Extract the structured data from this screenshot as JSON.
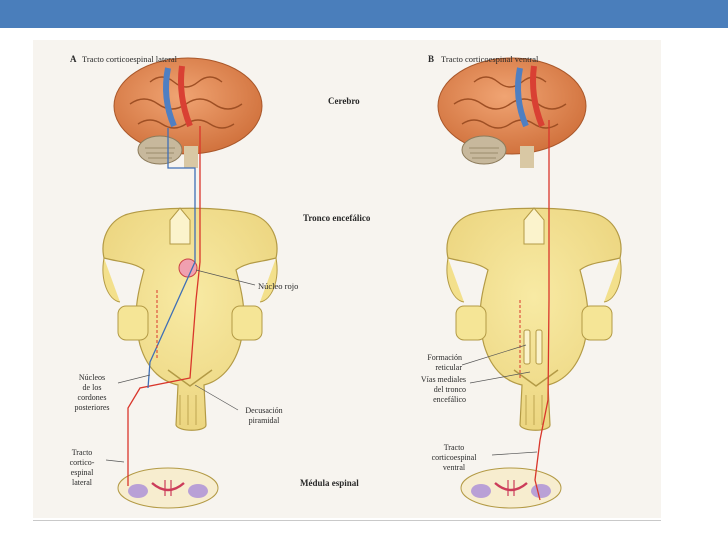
{
  "panel_a": {
    "letter": "A",
    "title": "Tracto corticoespinal lateral",
    "labels": {
      "nucleo_rojo": "Núcleo rojo",
      "nucleos_line1": "Núcleos",
      "nucleos_line2": "de los",
      "nucleos_line3": "cordones",
      "nucleos_line4": "posteriores",
      "decusacion_line1": "Decusación",
      "decusacion_line2": "piramidal",
      "tracto_line1": "Tracto",
      "tracto_line2": "cortico-",
      "tracto_line3": "espinal",
      "tracto_line4": "lateral"
    }
  },
  "panel_b": {
    "letter": "B",
    "title": "Tracto corticoespinal ventral",
    "labels": {
      "formacion_line1": "Formación",
      "formacion_line2": "reticular",
      "vias_line1": "Vías mediales",
      "vias_line2": "del tronco",
      "vias_line3": "encefálico",
      "tracto_line1": "Tracto",
      "tracto_line2": "corticoespinal",
      "tracto_line3": "ventral"
    }
  },
  "center_labels": {
    "cerebro": "Cerebro",
    "tronco": "Tronco encefálico",
    "medula": "Médula espinal"
  },
  "colors": {
    "header": "#4a7ebb",
    "brain": "#e08a55",
    "brainstem": "#f3e08c",
    "pathway_red": "#d9362b",
    "pathway_blue": "#3f6fb6",
    "spinal_purple": "#b9a0d6"
  }
}
